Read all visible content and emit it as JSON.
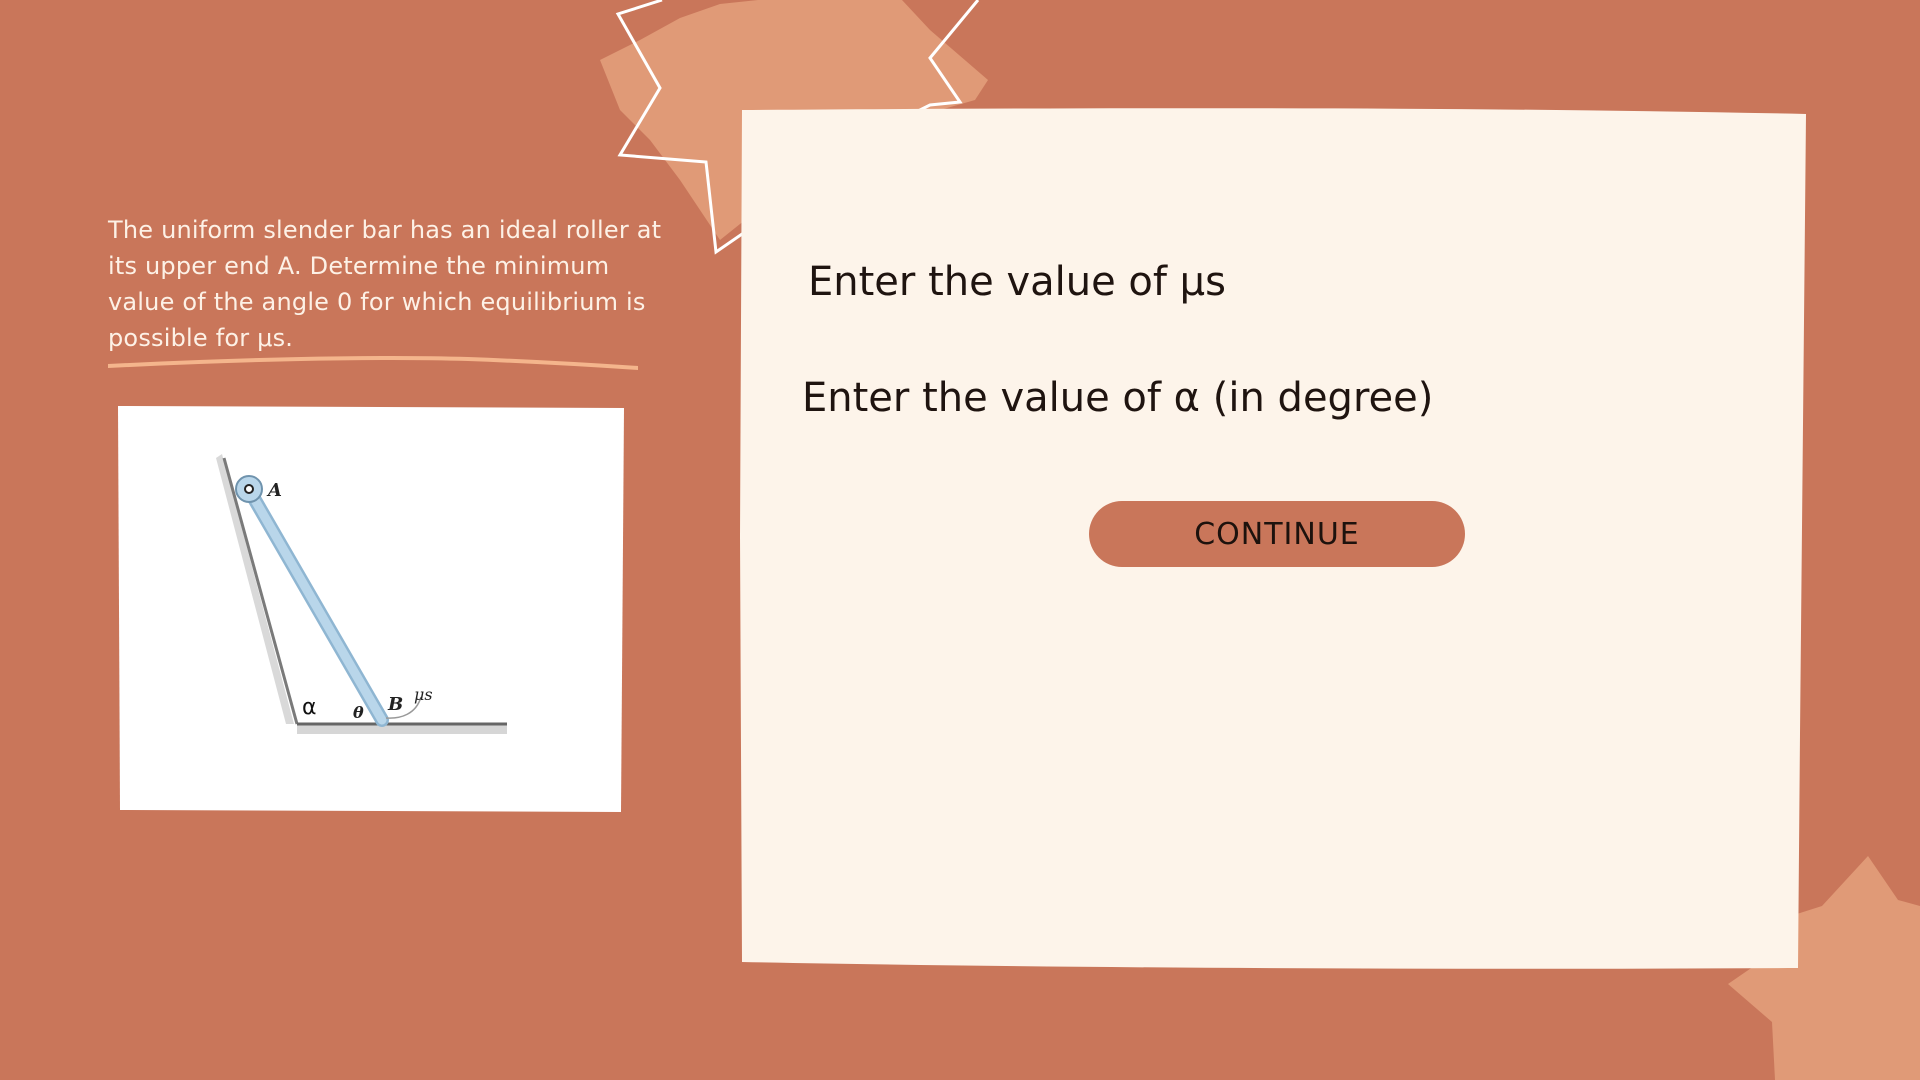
{
  "colors": {
    "background": "#c9765a",
    "panel": "#fdf4ea",
    "accent_star": "#e09a77",
    "underline": "#f4b58c",
    "button": "#c9765a",
    "text_dark": "#1f1410",
    "text_light": "#fdf1e6"
  },
  "problem": {
    "text": "The uniform slender bar has an ideal roller at its upper end A. Determine the minimum value of the angle 0 for which equilibrium is possible for μs."
  },
  "figure": {
    "label_A": "A",
    "label_B": "B",
    "label_alpha": "α",
    "label_theta": "θ",
    "label_mu": "μs"
  },
  "form": {
    "prompt_mu": "Enter the value of μs",
    "prompt_alpha": "Enter the value of α (in degree)",
    "continue_label": "CONTINUE"
  }
}
